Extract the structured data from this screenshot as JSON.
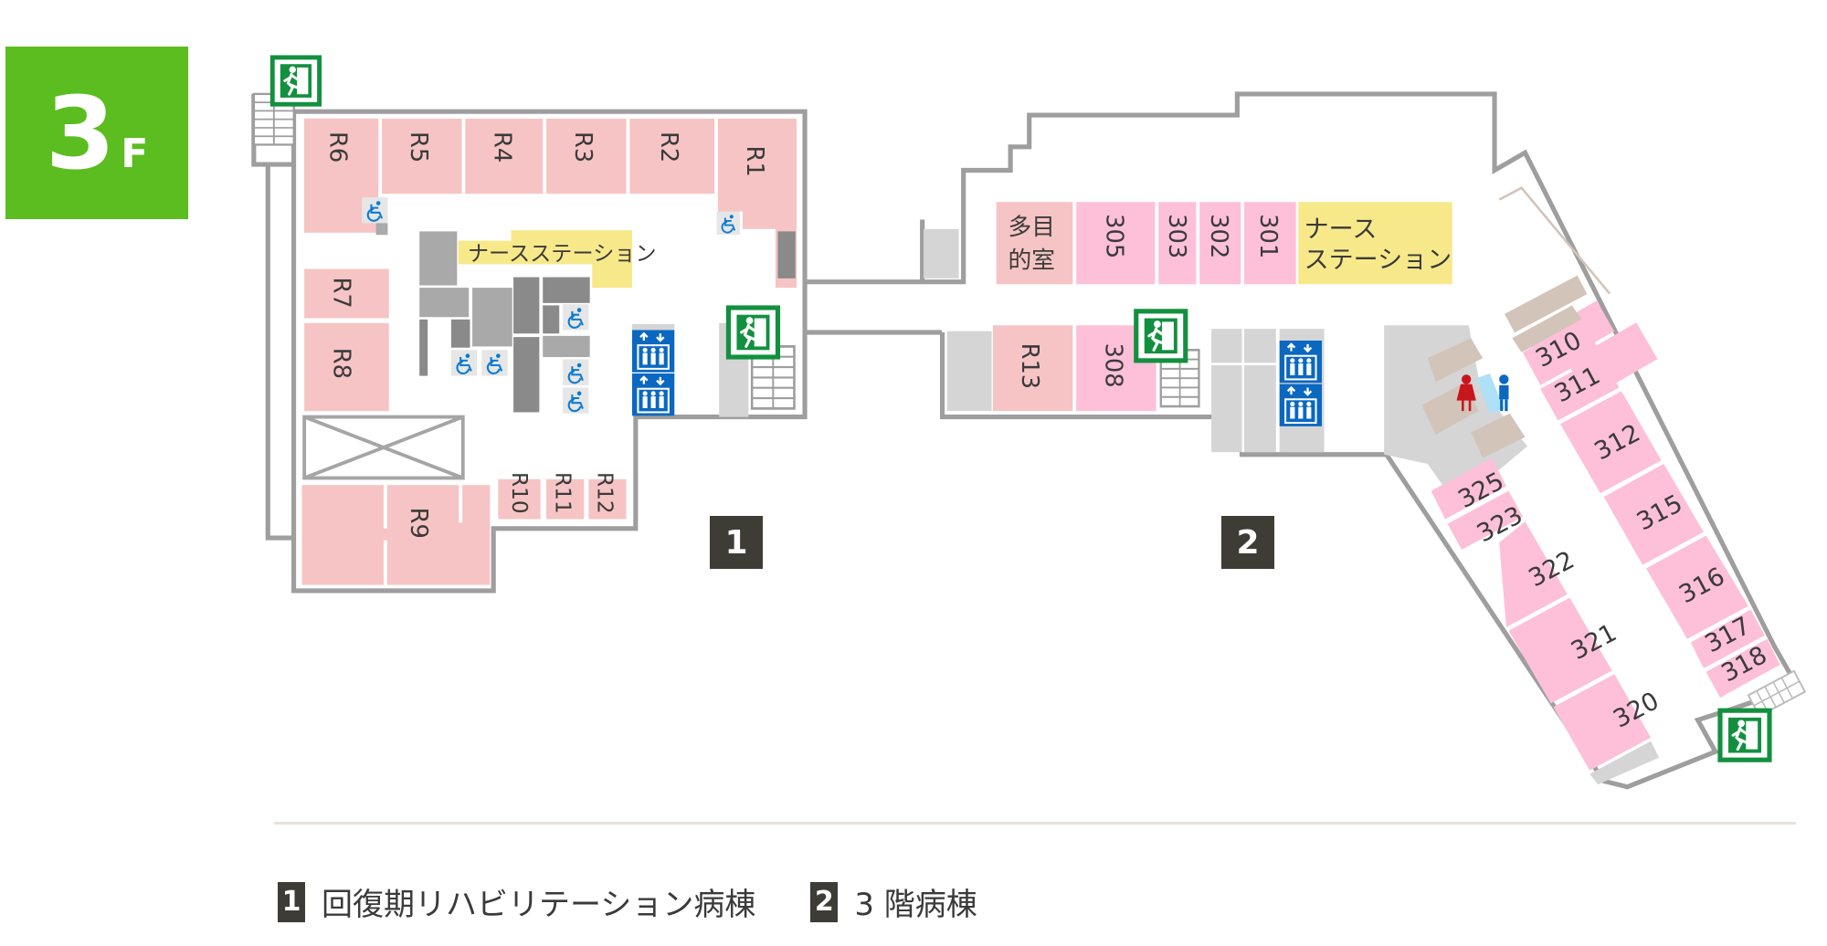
{
  "floor": {
    "number": "3",
    "unit": "F",
    "color": "#5bbd1f"
  },
  "zones": [
    {
      "id": "1",
      "label": "回復期リハビリテーション病棟"
    },
    {
      "id": "2",
      "label": "3 階病棟"
    }
  ],
  "left_wing": {
    "rooms": [
      "R1",
      "R2",
      "R3",
      "R4",
      "R5",
      "R6",
      "R7",
      "R8",
      "R9",
      "R10",
      "R11",
      "R12"
    ],
    "nurse_station": "ナースステーション"
  },
  "center_wing": {
    "rooms_top": [
      "多目的室",
      "305",
      "303",
      "302",
      "301"
    ],
    "multipurpose_line1": "多目",
    "multipurpose_line2": "的室",
    "nurse_station_line1": "ナース",
    "nurse_station_line2": "ステーション",
    "rooms_bottom": [
      "R13",
      "308"
    ]
  },
  "right_wing": {
    "rooms_east": [
      "310",
      "311",
      "312",
      "315",
      "316",
      "317",
      "318"
    ],
    "rooms_west": [
      "325",
      "323",
      "322",
      "321",
      "320"
    ]
  },
  "icons": {
    "emergency_exit": "emergency-exit-icon",
    "elevator": "elevator-icon",
    "accessible_toilet": "wheelchair-icon",
    "restroom_female": "female-restroom-icon",
    "restroom_male": "male-restroom-icon",
    "stairs": "stairs-icon"
  },
  "colors": {
    "rehab_room": "#f6c4c4",
    "ward_room": "#fdc0d8",
    "nurse_station": "#f7e98a",
    "wall": "#9e9e9e",
    "facility_gray": "#d5d5d5",
    "dark_gray": "#8a8a8a",
    "toilet_beige": "#d3c4ba",
    "elevator_blue": "#0a68c1",
    "exit_green": "#13903f",
    "badge_dark": "#3d3c35"
  }
}
